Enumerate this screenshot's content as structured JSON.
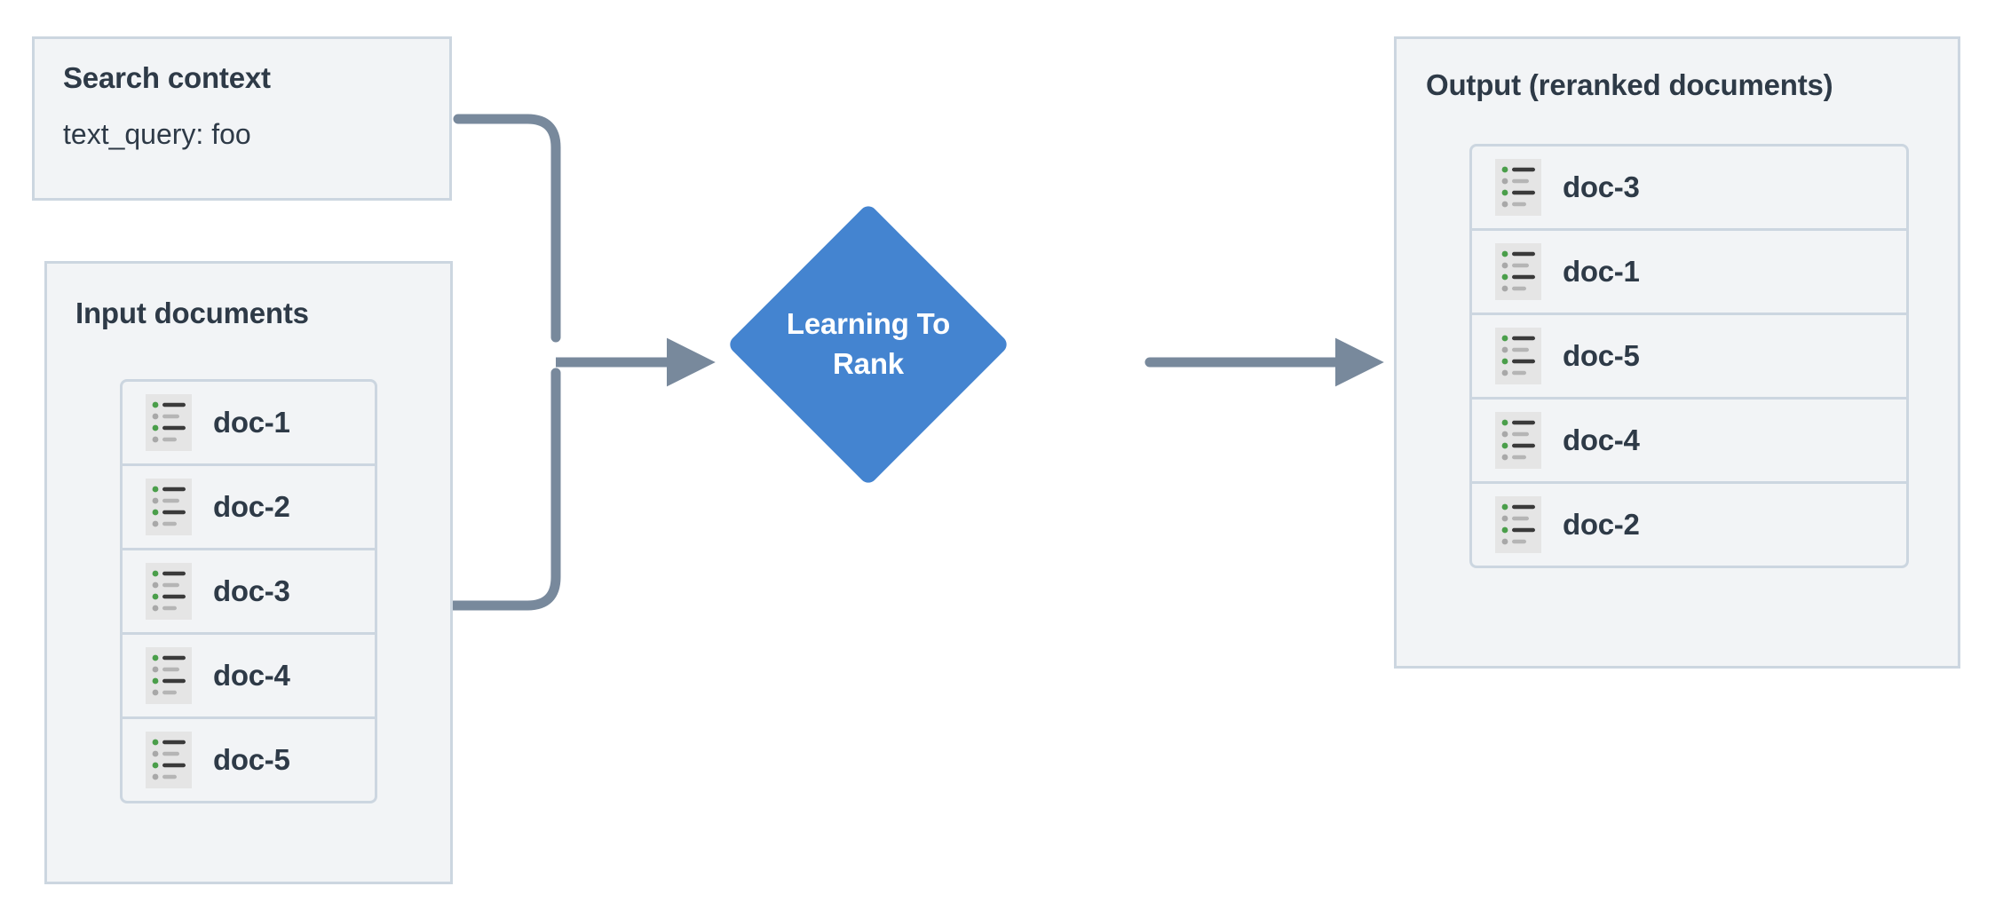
{
  "diagram": {
    "title": "Learning To Rank reranking flow",
    "colors": {
      "panel_background": "#f2f4f6",
      "panel_border": "#ccd6e0",
      "text": "#2e3a47",
      "node_fill": "#4484d0",
      "node_text": "#ffffff",
      "connector": "#78899c",
      "icon_background": "#e5e5e5",
      "icon_bullet_active": "#4a9e4a",
      "icon_bullet_inactive": "#a8a8a8",
      "icon_line_active": "#3a3a3a",
      "icon_line_inactive": "#b5b5b5"
    }
  },
  "search_context": {
    "title": "Search context",
    "query_line": "text_query: foo"
  },
  "input_documents": {
    "title": "Input documents",
    "items": [
      {
        "label": "doc-1",
        "icon": "document-list-icon"
      },
      {
        "label": "doc-2",
        "icon": "document-list-icon"
      },
      {
        "label": "doc-3",
        "icon": "document-list-icon"
      },
      {
        "label": "doc-4",
        "icon": "document-list-icon"
      },
      {
        "label": "doc-5",
        "icon": "document-list-icon"
      }
    ]
  },
  "process_node": {
    "label_line1": "Learning To",
    "label_line2": "Rank",
    "shape": "diamond"
  },
  "output": {
    "title": "Output (reranked documents)",
    "items": [
      {
        "label": "doc-3",
        "icon": "document-list-icon"
      },
      {
        "label": "doc-1",
        "icon": "document-list-icon"
      },
      {
        "label": "doc-5",
        "icon": "document-list-icon"
      },
      {
        "label": "doc-4",
        "icon": "document-list-icon"
      },
      {
        "label": "doc-2",
        "icon": "document-list-icon"
      }
    ]
  },
  "connectors": [
    {
      "name": "search-context-to-ltr",
      "from": "search_context",
      "to": "process_node",
      "arrowhead": true
    },
    {
      "name": "input-documents-to-ltr",
      "from": "input_documents",
      "to": "process_node",
      "arrowhead": true
    },
    {
      "name": "ltr-to-output",
      "from": "process_node",
      "to": "output",
      "arrowhead": true
    }
  ]
}
